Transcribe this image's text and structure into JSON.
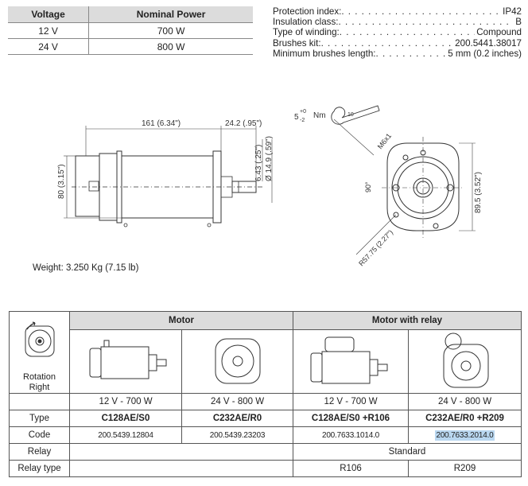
{
  "voltage_table": {
    "headers": [
      "Voltage",
      "Nominal Power"
    ],
    "rows": [
      [
        "12 V",
        "700 W"
      ],
      [
        "24 V",
        "800 W"
      ]
    ]
  },
  "specs": [
    {
      "label": "Protection index:",
      "value": "IP42"
    },
    {
      "label": "Insulation class:",
      "value": "B"
    },
    {
      "label": "Type of winding:",
      "value": "Compound"
    },
    {
      "label": "Brushes kit:",
      "value": "200.5441.38017"
    },
    {
      "label": "Minimum brushes length:",
      "value": "5 mm (0.2 inches)"
    }
  ],
  "drawing": {
    "dim_length": "161  (6.34\")",
    "dim_shaft": "24.2  (.95\")",
    "dim_height": "80  (3.15\")",
    "dim_shaft_len": "6.43 (.25\")",
    "dim_shaft_dia": "Ø 14.9 (.59\")",
    "torque_base": "5",
    "torque_sup": "+0",
    "torque_sub": "-2",
    "torque_unit": "Nm",
    "wrench_num": "10",
    "thread": "M6x1",
    "angle": "90°",
    "dim_width": "89.5 (3.52\")",
    "dim_radius": "R57.75 (2.27\")"
  },
  "weight": "Weight:  3.250 Kg (7.15 lb)",
  "motor_table": {
    "group_motor": "Motor",
    "group_relay": "Motor with relay",
    "rotation_line1": "Rotation",
    "rotation_line2": "Right",
    "ratings": [
      "12 V - 700 W",
      "24 V - 800 W",
      "12 V - 700 W",
      "24 V - 800 W"
    ],
    "type_label": "Type",
    "types": [
      "C128AE/S0",
      "C232AE/R0",
      "C128AE/S0 +R106",
      "C232AE/R0 +R209"
    ],
    "code_label": "Code",
    "codes": [
      "200.5439.12804",
      "200.5439.23203",
      "200.7633.1014.0",
      "200.7633.2014.0"
    ],
    "relay_label": "Relay",
    "relay_value": "Standard",
    "relay_type_label": "Relay type",
    "relay_types": [
      "R106",
      "R209"
    ]
  }
}
